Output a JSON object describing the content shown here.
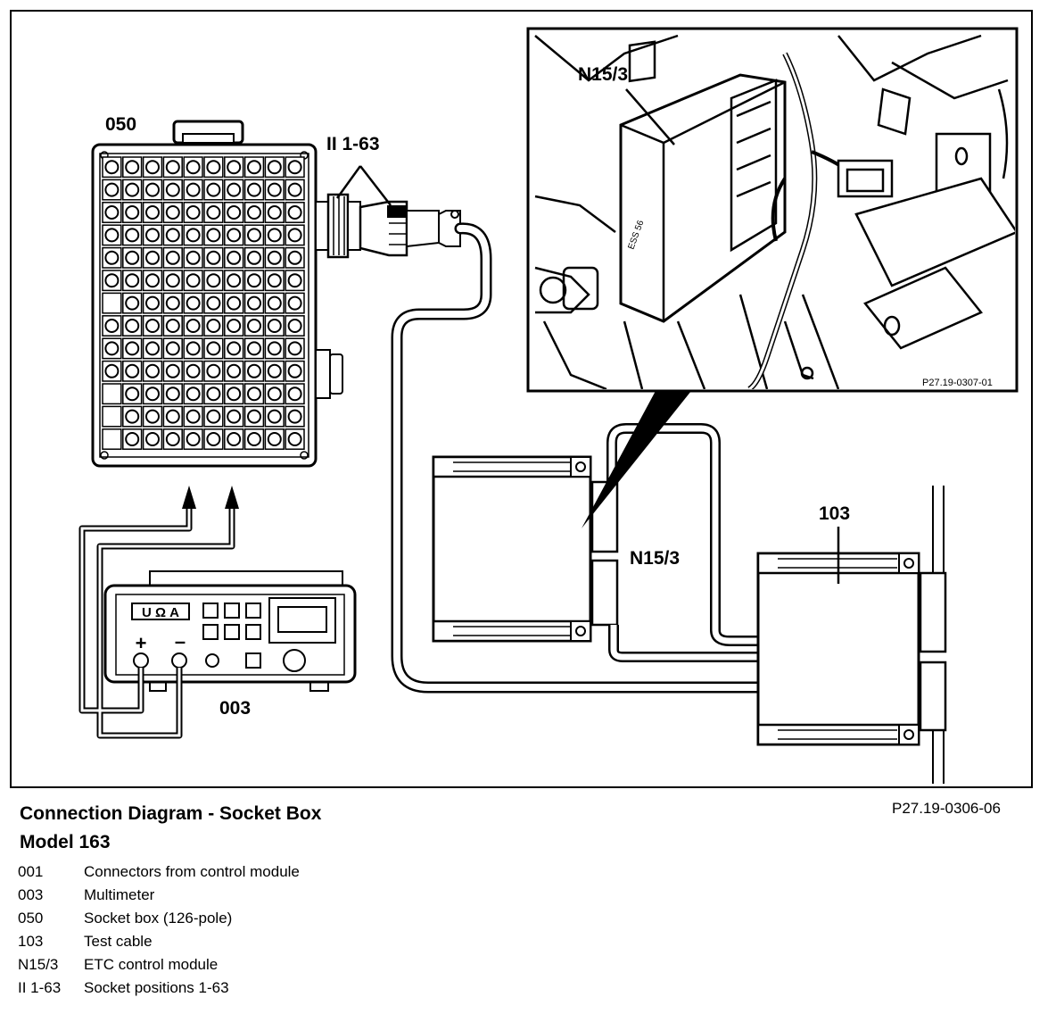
{
  "labels": {
    "socket_box": "050",
    "positions": "II 1-63",
    "etc_inset": "N15/3",
    "etc_module": "N15/3",
    "test_cable": "103",
    "multimeter": "003",
    "multimeter_modes": "U Ω A",
    "multimeter_plus": "+",
    "multimeter_minus": "–",
    "inset_ref": "P27.19-0307-01",
    "module_marking": "ESS 56"
  },
  "caption": {
    "title": "Connection Diagram - Socket Box",
    "model": "Model 163",
    "ref": "P27.19-0306-06"
  },
  "legend": [
    {
      "code": "001",
      "desc": "Connectors from control module"
    },
    {
      "code": "003",
      "desc": "Multimeter"
    },
    {
      "code": "050",
      "desc": "Socket box (126-pole)"
    },
    {
      "code": "103",
      "desc": "Test cable"
    },
    {
      "code": "N15/3",
      "desc": "ETC control module"
    },
    {
      "code": "II 1-63",
      "desc": "Socket positions 1-63"
    }
  ]
}
